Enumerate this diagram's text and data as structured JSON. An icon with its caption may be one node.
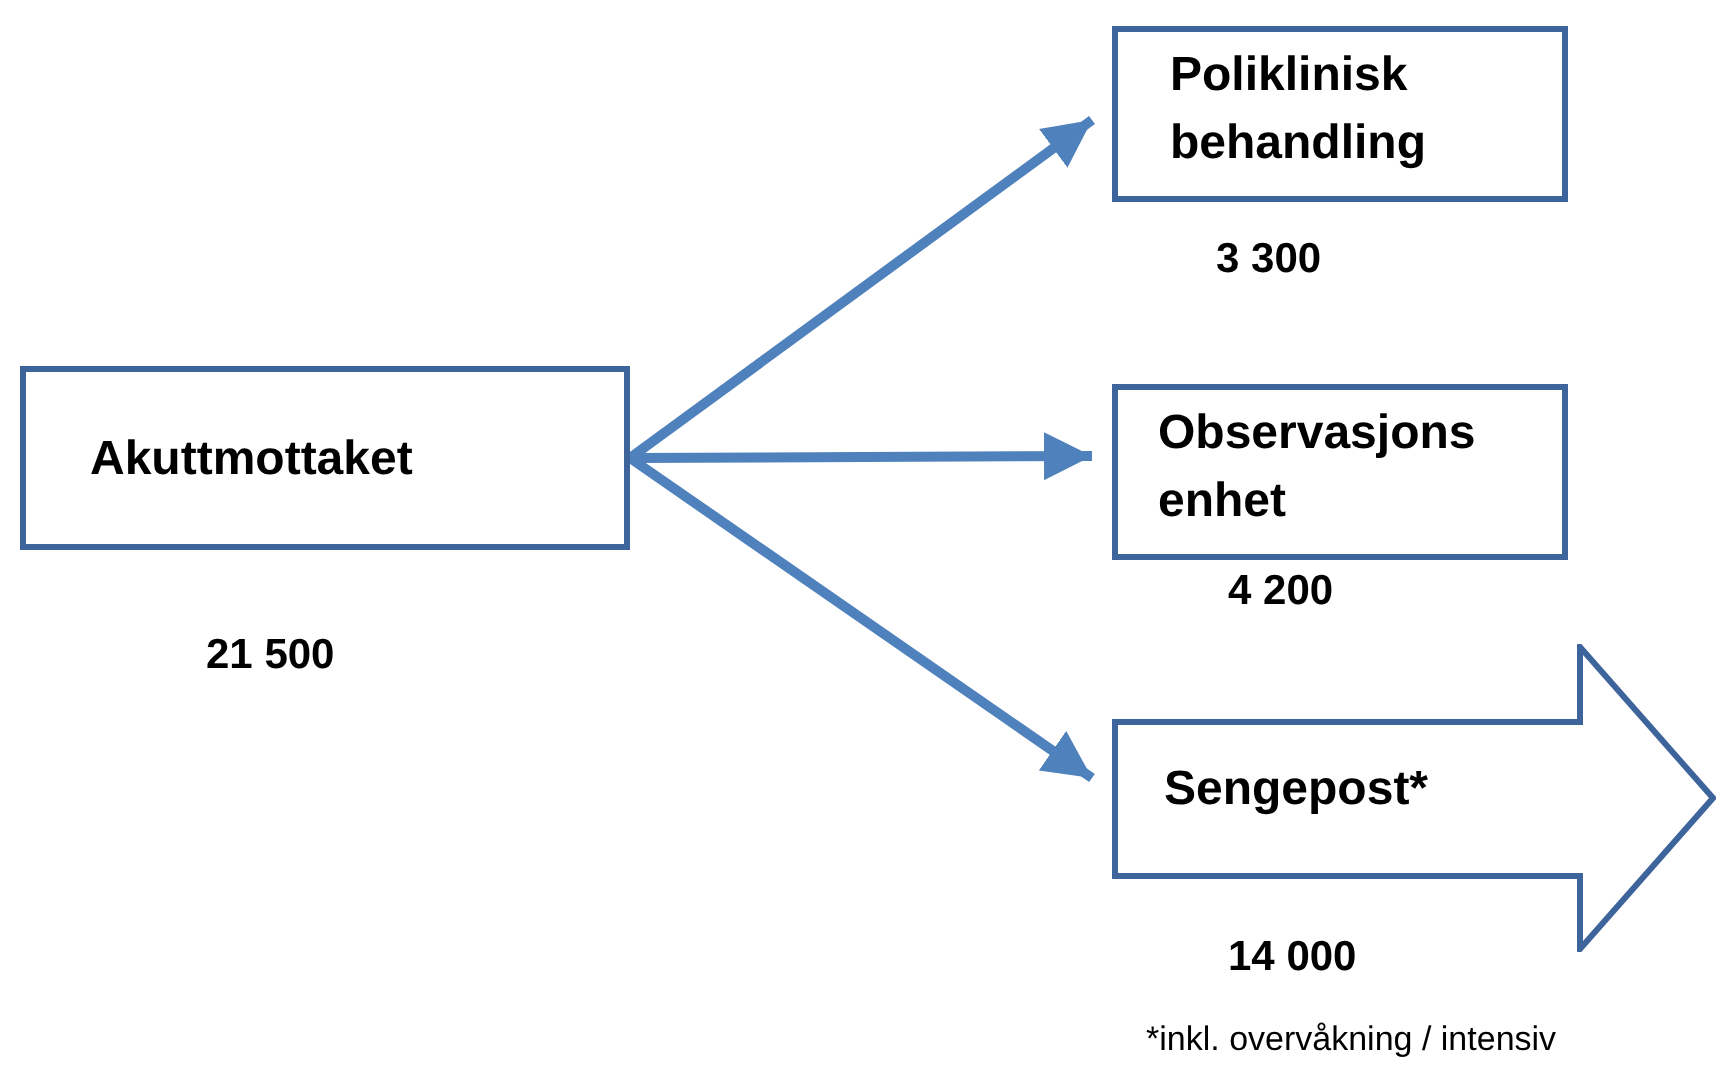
{
  "diagram": {
    "nodes": [
      {
        "text": [
          "Akuttmottaket"
        ],
        "beside": [
          "21 500"
        ]
      },
      {
        "text": [
          "Poliklinisk behandling"
        ],
        "beside": [
          "3 300"
        ]
      },
      {
        "text": [
          "Observasjons enhet"
        ],
        "beside": [
          "4 200"
        ]
      },
      {
        "text": [
          "Sengepost*"
        ],
        "beside": [
          "14 000"
        ]
      }
    ],
    "edges": [
      {
        "from": 0,
        "to": 1,
        "arrow": "to"
      },
      {
        "from": 0,
        "to": 2,
        "arrow": "to"
      },
      {
        "from": 0,
        "to": 3,
        "arrow": "to"
      }
    ],
    "labels": [
      "*inkl. overvåkning / intensiv"
    ]
  }
}
